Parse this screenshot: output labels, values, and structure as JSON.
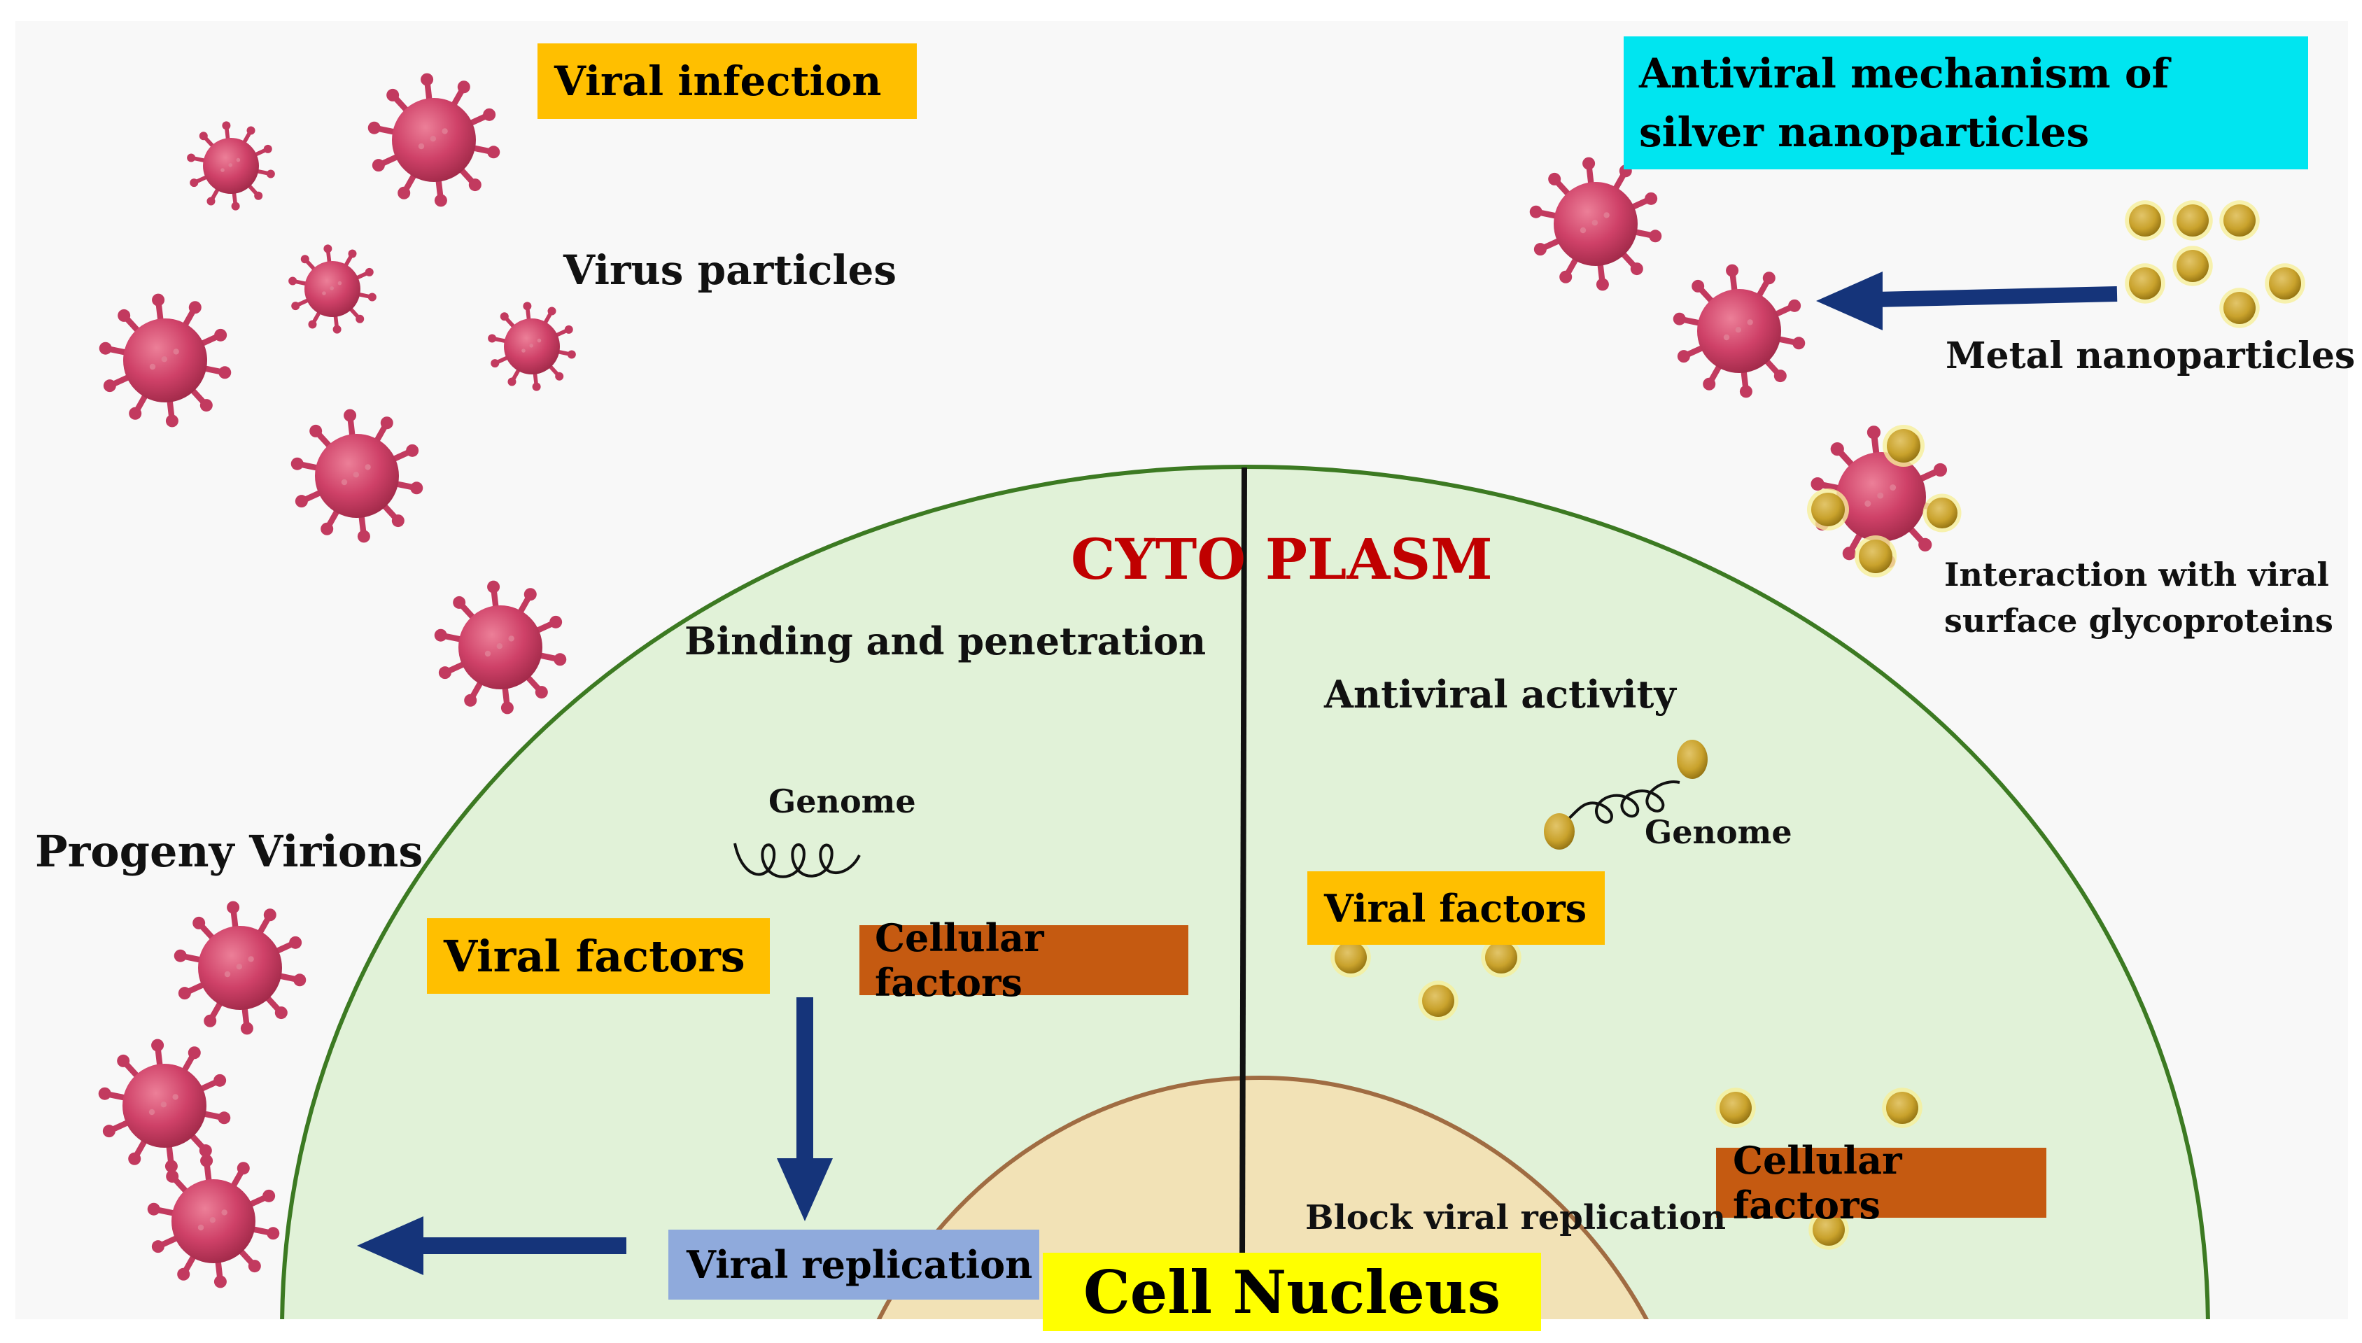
{
  "labels": {
    "viral_infection": "Viral infection",
    "antiviral_mechanism": "Antiviral mechanism of silver nanoparticles",
    "virus_particles": "Virus particles",
    "metal_nanoparticles": "Metal nanoparticles",
    "cytoplasm": "CYTO PLASM",
    "binding_penetration": "Binding and penetration",
    "interaction_glycoproteins_line1": "Interaction with viral",
    "interaction_glycoproteins_line2": "surface glycoproteins",
    "antiviral_activity": "Antiviral activity",
    "genome_left": "Genome",
    "genome_right": "Genome",
    "progeny_virions": "Progeny Virions",
    "viral_factors_left": "Viral factors",
    "cellular_factors_left": "Cellular factors",
    "viral_factors_right": "Viral factors",
    "cellular_factors_right": "Cellular factors",
    "block_viral_replication": "Block viral replication",
    "viral_replication": "Viral replication",
    "cell_nucleus": "Cell Nucleus"
  },
  "colors": {
    "background": "#f8f8f8",
    "cytoplasm_fill": "#e1f2d8",
    "cytoplasm_border": "#3c7a22",
    "nucleus_fill": "#f2e2b6",
    "nucleus_border": "#a06c42",
    "virus": "#cf4168",
    "nanoparticle": "#c9a22c",
    "arrow": "#15347a",
    "label_yellow": "#ffbf00",
    "label_cyan": "#00e5f0",
    "label_orange": "#c55a11",
    "label_blue": "#8faadc",
    "label_bright_yellow": "#ffff00",
    "cytoplasm_text": "#c00000"
  }
}
